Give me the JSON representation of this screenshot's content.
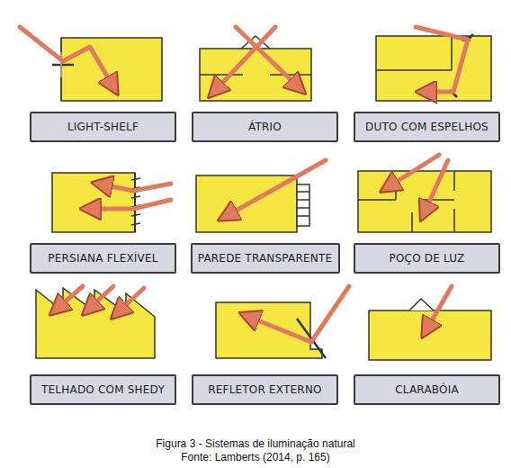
{
  "diagram": {
    "caption": "Figura 3 - Sistemas de iluminação natural",
    "nodes": [
      {
        "text": [
          "LIGHT-SHELF"
        ]
      },
      {
        "text": [
          "ÁTRIO"
        ]
      },
      {
        "text": [
          "DUTO COM ESPELHOS"
        ]
      },
      {
        "text": [
          "PERSIANA FLEXÍVEL"
        ]
      },
      {
        "text": [
          "PAREDE TRANSPARENTE"
        ]
      },
      {
        "text": [
          "POÇO DE LUZ"
        ]
      },
      {
        "text": [
          "TELHADO COM SHEDY"
        ]
      },
      {
        "text": [
          "REFLETOR EXTERNO"
        ]
      },
      {
        "text": [
          "CLARABÓIA"
        ]
      }
    ],
    "labels": [
      "Fonte: Lamberts (2014, p. 165)"
    ]
  }
}
